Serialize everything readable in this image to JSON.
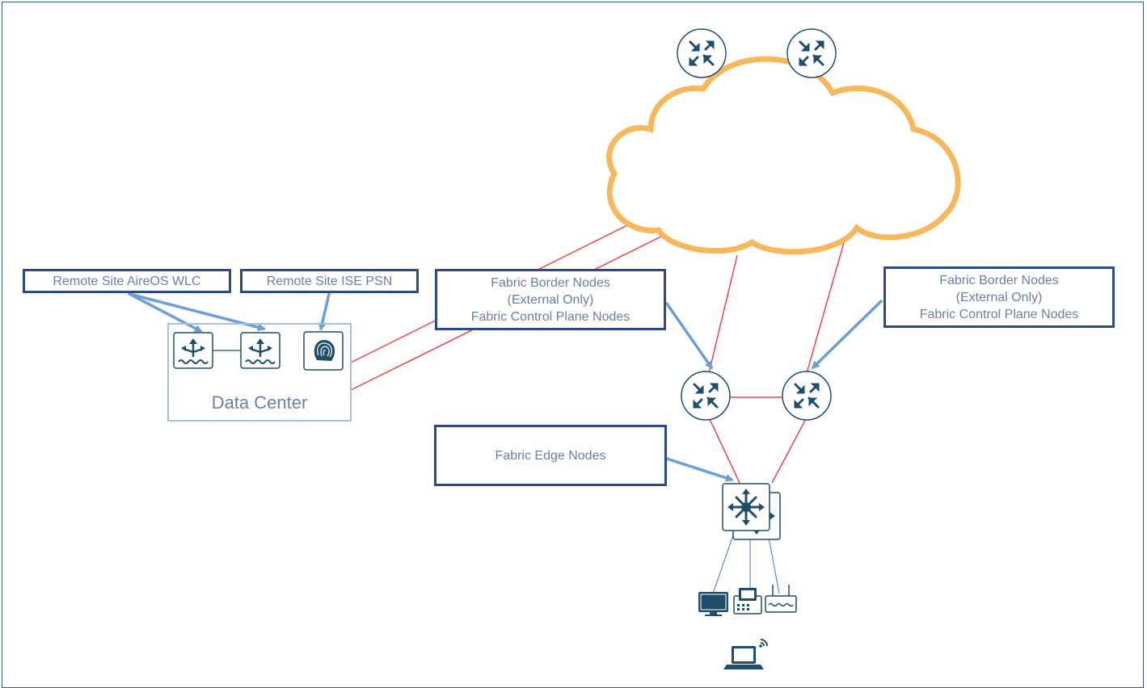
{
  "labels": {
    "remote_wlc": "Remote Site AireOS WLC",
    "remote_ise": "Remote Site ISE PSN",
    "border_left": [
      "Fabric Border Nodes",
      "(External Only)",
      "Fabric Control Plane Nodes"
    ],
    "border_right": [
      "Fabric Border Nodes",
      "(External Only)",
      "Fabric Control Plane Nodes"
    ],
    "edge": "Fabric Edge Nodes",
    "data_center": "Data Center"
  },
  "colors": {
    "cloud": "#f6b85b",
    "link": "#ef4444",
    "arrow": "#6a9fd6",
    "box_border": "#2d4a86",
    "icon": "#1f4e6b",
    "text": "#6b7fa8"
  },
  "icons": {
    "router": "router-icon",
    "wlc": "wireless-controller-icon",
    "ise": "ise-fingerprint-icon",
    "switch": "layer3-switch-icon",
    "desktop": "desktop-icon",
    "phone": "ip-phone-icon",
    "ap": "access-point-icon",
    "laptop": "wireless-laptop-icon"
  }
}
